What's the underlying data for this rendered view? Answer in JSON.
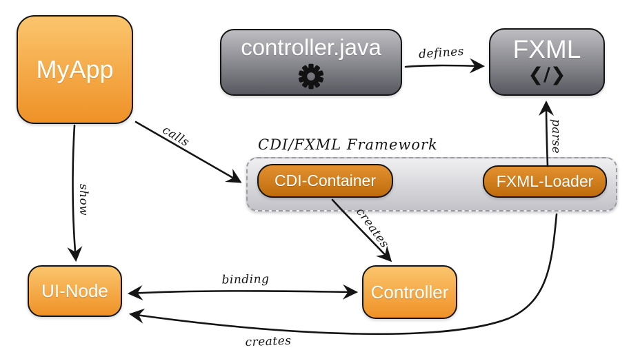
{
  "diagram": {
    "framework": {
      "title": "CDI/FXML Framework"
    },
    "nodes": {
      "myapp": {
        "label": "MyApp"
      },
      "controller_java": {
        "label": "controller.java",
        "icon": "gear-icon"
      },
      "fxml": {
        "label": "FXML",
        "icon": "code-icon",
        "glyph": "❮/❯"
      },
      "cdi_container": {
        "label": "CDI-Container"
      },
      "fxml_loader": {
        "label": "FXML-Loader"
      },
      "ui_node": {
        "label": "UI-Node"
      },
      "controller": {
        "label": "Controller"
      }
    },
    "edges": [
      {
        "label": "calls",
        "from": "MyApp",
        "to": "CDI/FXML Framework",
        "bidirectional": false
      },
      {
        "label": "show",
        "from": "MyApp",
        "to": "UI-Node",
        "bidirectional": false
      },
      {
        "label": "defines",
        "from": "controller.java",
        "to": "FXML",
        "bidirectional": false
      },
      {
        "label": "parse",
        "from": "FXML-Loader",
        "to": "FXML",
        "bidirectional": false
      },
      {
        "label": "creates",
        "from": "CDI-Container",
        "to": "Controller",
        "bidirectional": false
      },
      {
        "label": "binding",
        "from": "UI-Node",
        "to": "Controller",
        "bidirectional": true
      },
      {
        "label": "creates",
        "from": "FXML-Loader",
        "to": "UI-Node",
        "bidirectional": false
      }
    ],
    "colors": {
      "orange_light_top": "#FBC56D",
      "orange_light_bottom": "#EF9127",
      "orange_dark_top": "#E39031",
      "orange_dark_bottom": "#BF6C0C",
      "gray_top": "#BDBDC2",
      "gray_bottom": "#585860",
      "container_top": "#F0F0F2",
      "container_bottom": "#C2C2C8",
      "dashed_border": "#9B9BA1",
      "node_border": "#141414",
      "arrow": "#151515",
      "background": "#FFFFFF"
    }
  }
}
